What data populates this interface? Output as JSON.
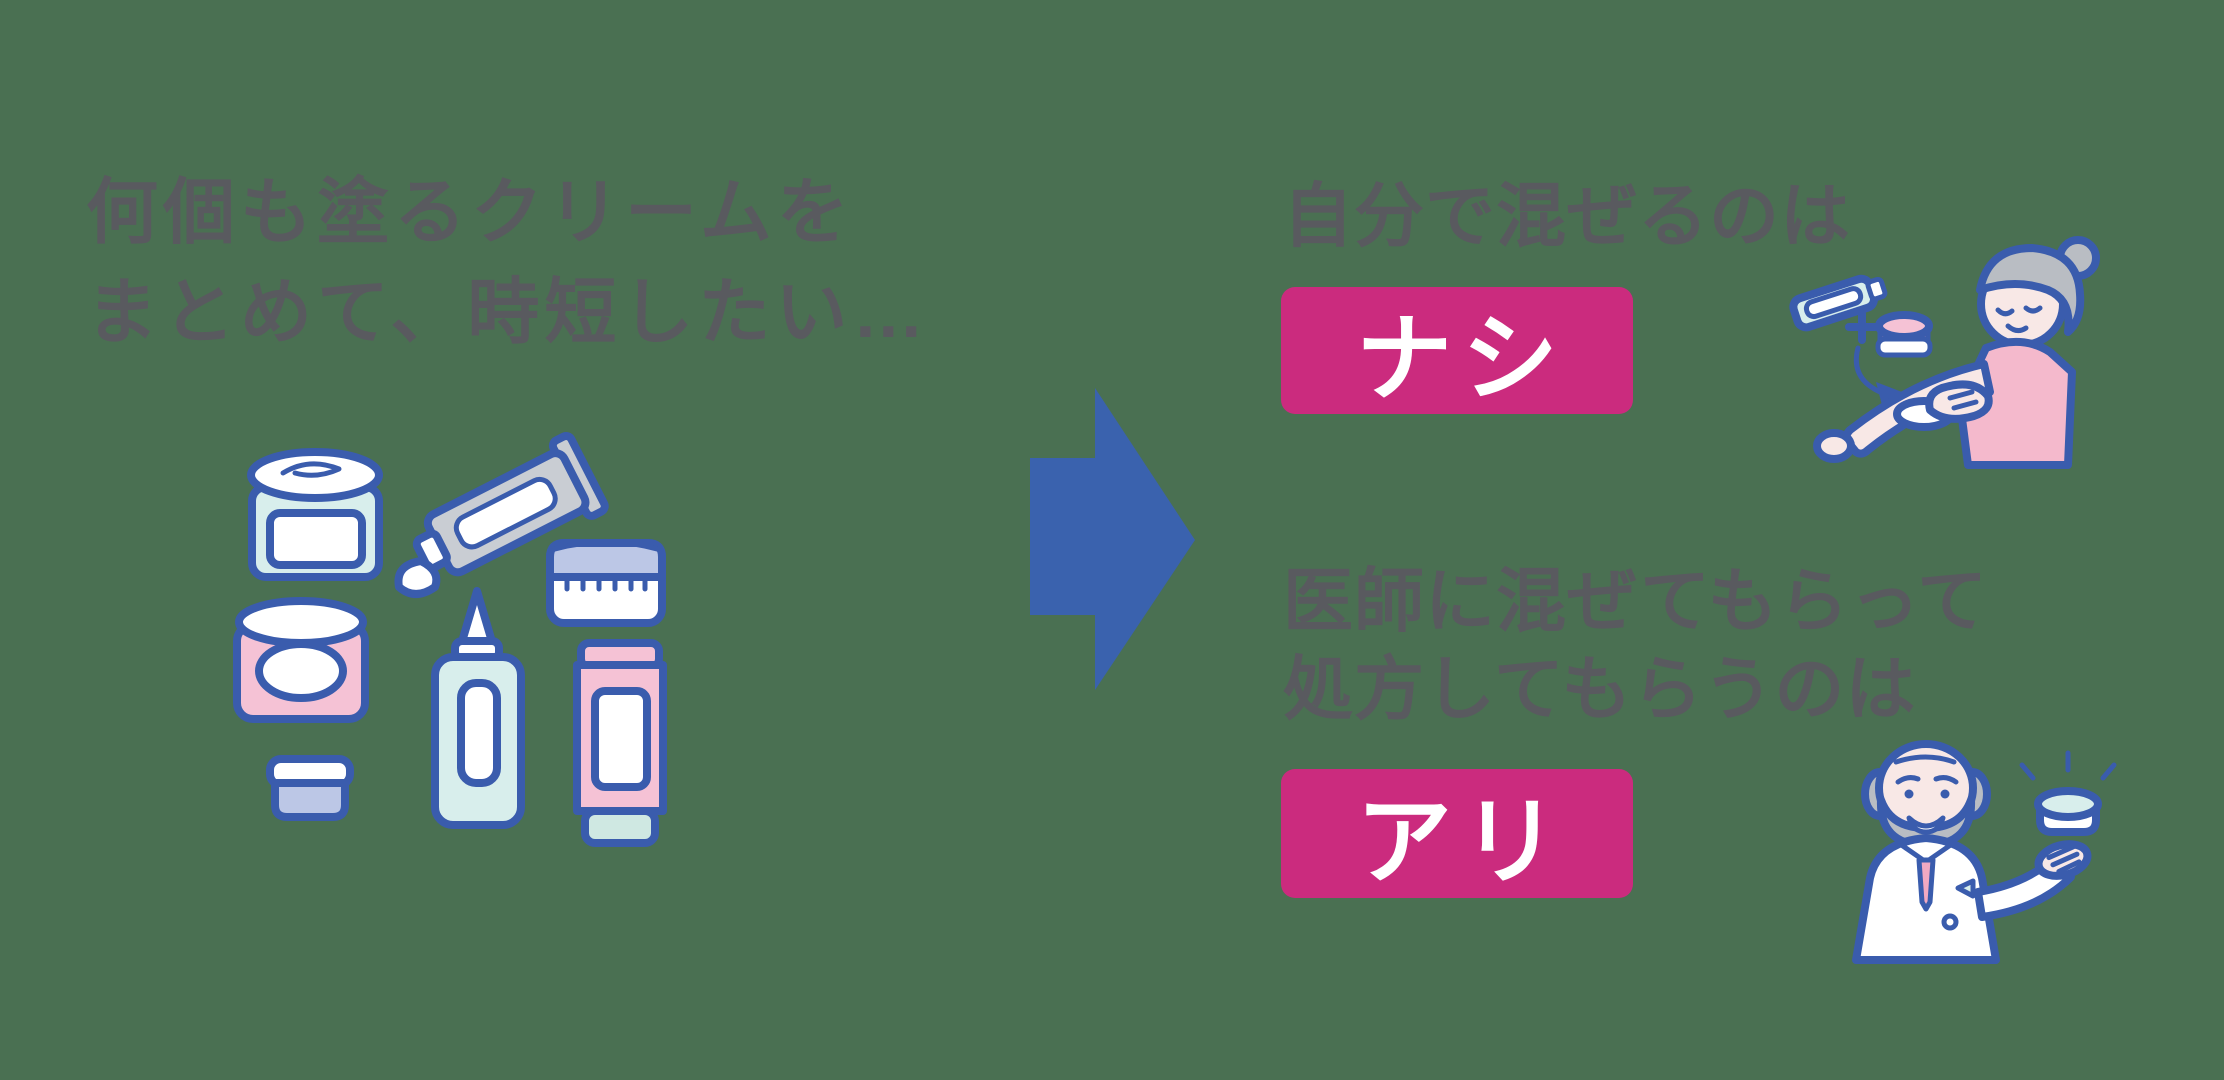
{
  "colors": {
    "background": "#4a7052",
    "text": "#595a5f",
    "badge_bg": "#cb2b7e",
    "badge_text": "#ffffff",
    "arrow": "#3a62ae",
    "outline": "#3a5cad"
  },
  "problem": {
    "headline_line1": "何個も塗るクリームを",
    "headline_line2": "まとめて、時短したい…",
    "illustration": "assorted-cream-jars-and-tubes"
  },
  "transition": {
    "icon": "arrow-right"
  },
  "verdicts": {
    "self_mix": {
      "label": "自分で混ぜるのは",
      "verdict": "ナシ",
      "illustration": "woman-applying-cream-to-arm"
    },
    "doctor_mix": {
      "label_line1": "医師に混ぜてもらって",
      "label_line2": "処方してもらうのは",
      "verdict": "アリ",
      "illustration": "doctor-holding-cream-jar"
    }
  }
}
